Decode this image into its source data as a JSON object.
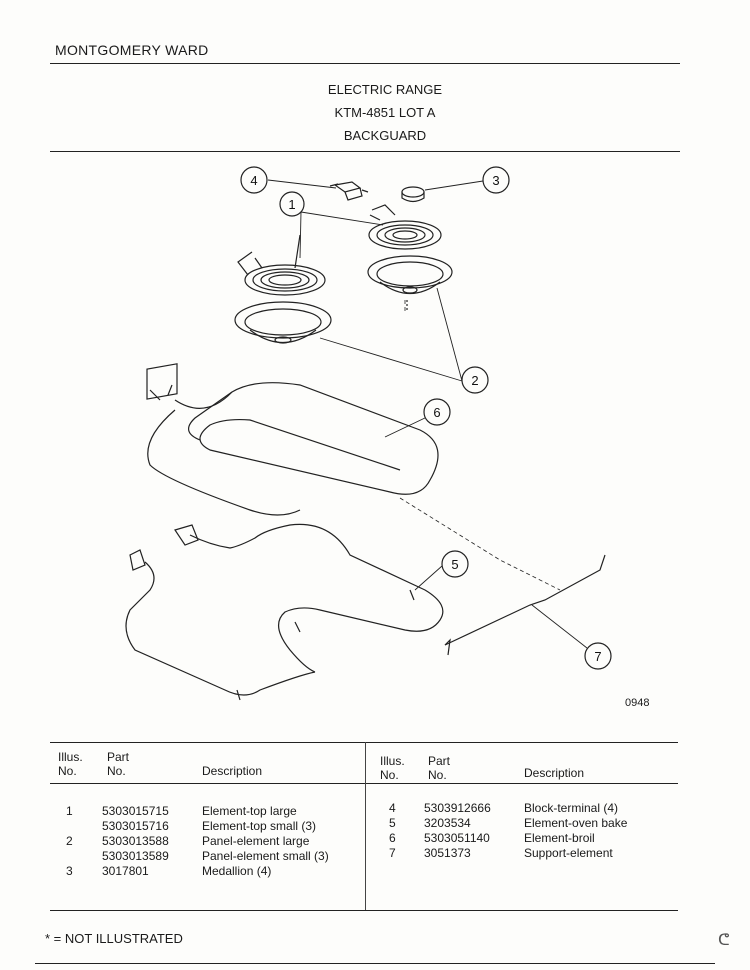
{
  "header": {
    "brand": "MONTGOMERY WARD",
    "line1": "ELECTRIC RANGE",
    "line2": "KTM-4851 LOT A",
    "line3": "BACKGUARD"
  },
  "diagram": {
    "figure_number": "0948",
    "callouts": [
      "1",
      "2",
      "3",
      "4",
      "5",
      "6",
      "7"
    ]
  },
  "table": {
    "headers": {
      "illus_top": "Illus.",
      "illus_bottom": "No.",
      "part_top": "Part",
      "part_bottom": "No.",
      "description": "Description"
    },
    "left_rows": [
      {
        "illus": "1",
        "part": "5303015715",
        "desc": "Element-top large"
      },
      {
        "illus": "",
        "part": "5303015716",
        "desc": "Element-top small (3)"
      },
      {
        "illus": "2",
        "part": "5303013588",
        "desc": "Panel-element large"
      },
      {
        "illus": "",
        "part": "5303013589",
        "desc": "Panel-element small (3)"
      },
      {
        "illus": "3",
        "part": "3017801",
        "desc": "Medallion (4)"
      }
    ],
    "right_rows": [
      {
        "illus": "4",
        "part": "5303912666",
        "desc": "Block-terminal (4)"
      },
      {
        "illus": "5",
        "part": "3203534",
        "desc": "Element-oven bake"
      },
      {
        "illus": "6",
        "part": "5303051140",
        "desc": "Element-broil"
      },
      {
        "illus": "7",
        "part": "3051373",
        "desc": "Support-element"
      }
    ]
  },
  "footer": {
    "note": "* = NOT ILLUSTRATED"
  }
}
